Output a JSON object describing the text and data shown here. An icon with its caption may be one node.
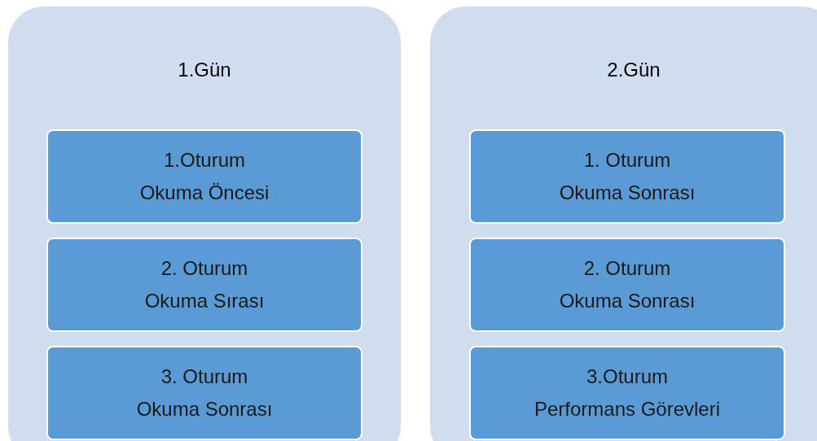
{
  "diagram": {
    "nodes": [
      {
        "text": [
          "1.Gün"
        ]
      },
      {
        "text": [
          "1.Oturum",
          "Okuma Öncesi"
        ],
        "in": 0
      },
      {
        "text": [
          "2. Oturum",
          "Okuma Sırası"
        ],
        "in": 0
      },
      {
        "text": [
          "3. Oturum",
          "Okuma Sonrası"
        ],
        "in": 0
      },
      {
        "text": [
          "2.Gün"
        ]
      },
      {
        "text": [
          "1. Oturum",
          "Okuma Sonrası"
        ],
        "in": 4
      },
      {
        "text": [
          "2. Oturum",
          "Okuma Sonrası"
        ],
        "in": 4
      },
      {
        "text": [
          "3.Oturum",
          "Performans Görevleri"
        ],
        "in": 4
      }
    ]
  }
}
